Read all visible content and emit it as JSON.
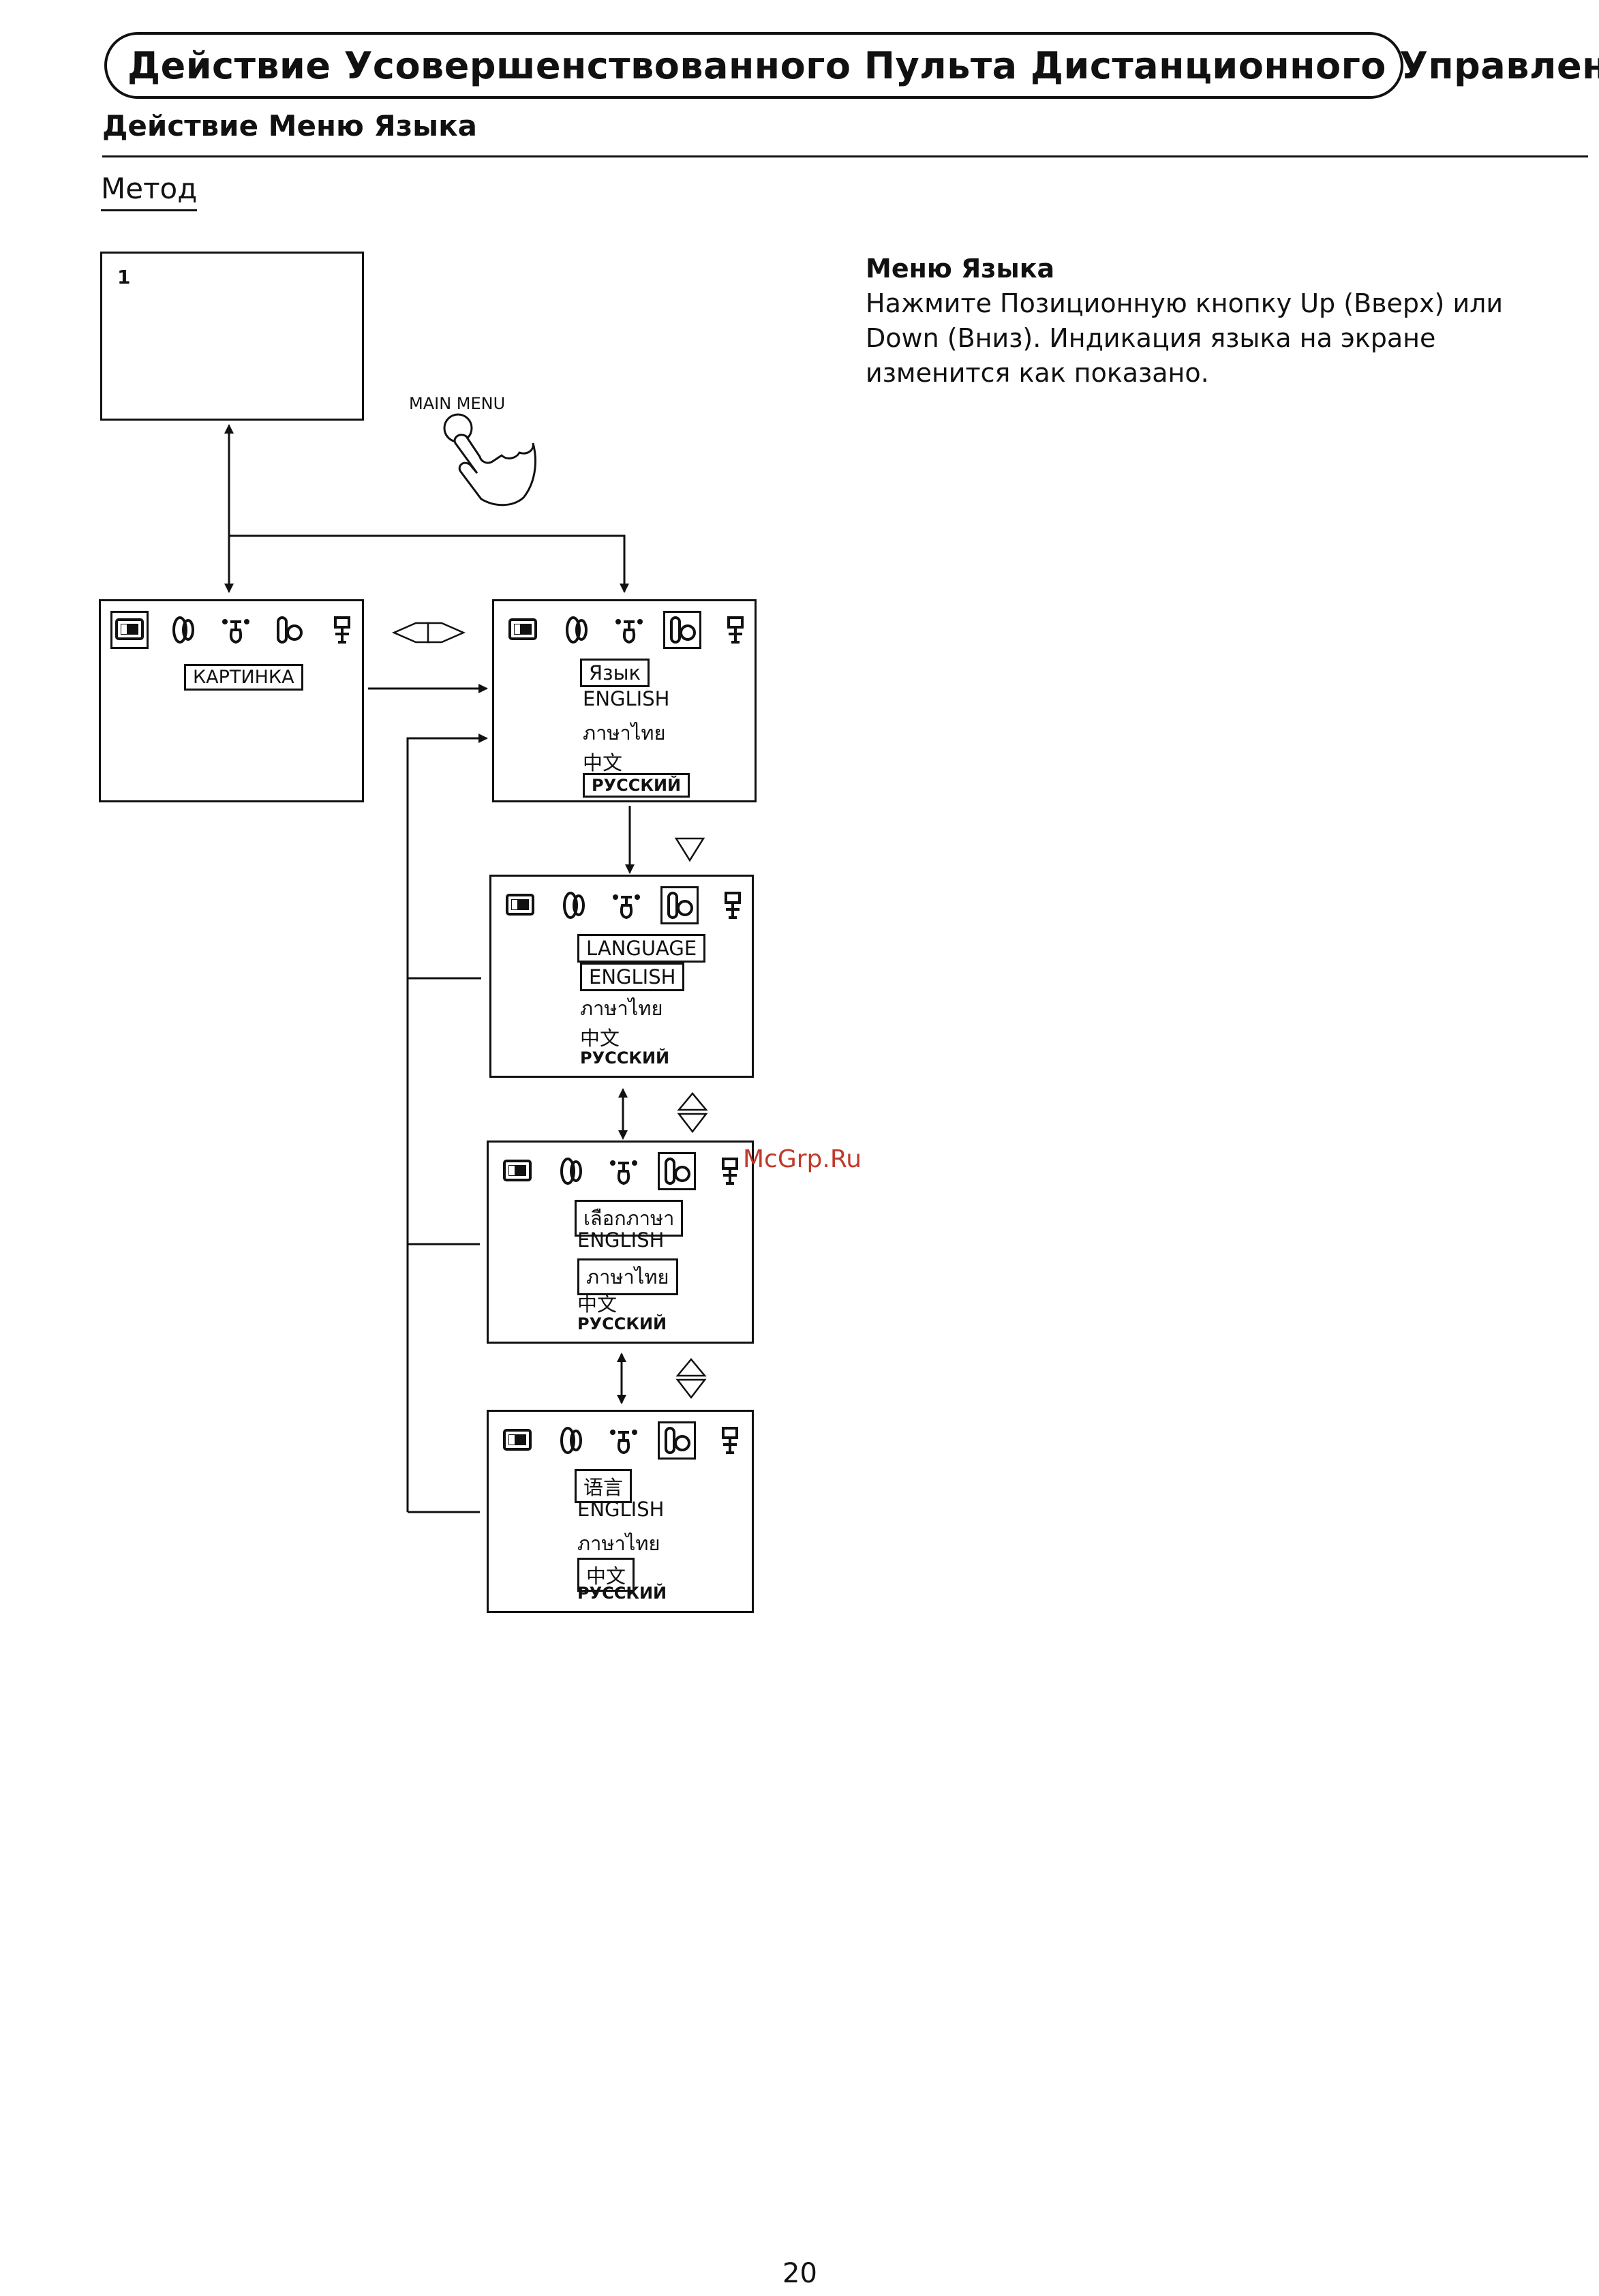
{
  "page": {
    "title": "Действие Усовершенствованного Пульта Дистанционного Управления",
    "section_title": "Действие Меню Языка",
    "method_label": "Метод",
    "page_number": "20",
    "watermark": "McGrp.Ru"
  },
  "instructions": {
    "heading": "Меню Языка",
    "body": "Нажмите Позиционную кнопку Up (Вверх) или Down (Вниз). Индикация языка на экране изменится как показано."
  },
  "diagram": {
    "screen1_number": "1",
    "main_menu_label": "MAIN MENU",
    "picture_menu_label": "КАРТИНКА",
    "lang_screens": [
      {
        "selected_index": 4,
        "options": [
          "Язык",
          "ENGLISH",
          "ภาษาไทย",
          "中文",
          "РУССКИЙ"
        ]
      },
      {
        "selected_index": 1,
        "options": [
          "LANGUAGE",
          "ENGLISH",
          "ภาษาไทย",
          "中文",
          "РУССКИЙ"
        ]
      },
      {
        "selected_index": 2,
        "options": [
          "เลือกภาษา",
          "ENGLISH",
          "ภาษาไทย",
          "中文",
          "РУССКИЙ"
        ]
      },
      {
        "selected_index": 3,
        "options": [
          "语言",
          "ENGLISH",
          "ภาษาไทย",
          "中文",
          "РУССКИЙ"
        ]
      }
    ],
    "menu_icons": [
      "picture-icon",
      "sound-icon",
      "setup-icon",
      "language-icon",
      "feature-icon"
    ]
  }
}
